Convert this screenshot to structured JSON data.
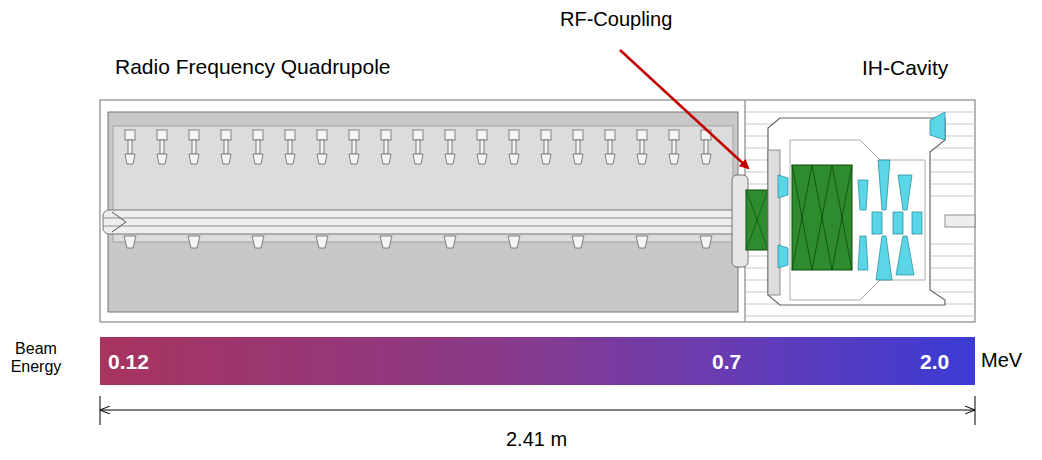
{
  "diagram": {
    "nodes": [
      {
        "text": [
          "0.12",
          "0.7",
          "2.0"
        ]
      }
    ],
    "labels": [
      "RF-Coupling",
      "Radio Frequency Quadrupole",
      "IH-Cavity",
      "Beam Energy",
      "MeV",
      "2.41 m"
    ]
  }
}
